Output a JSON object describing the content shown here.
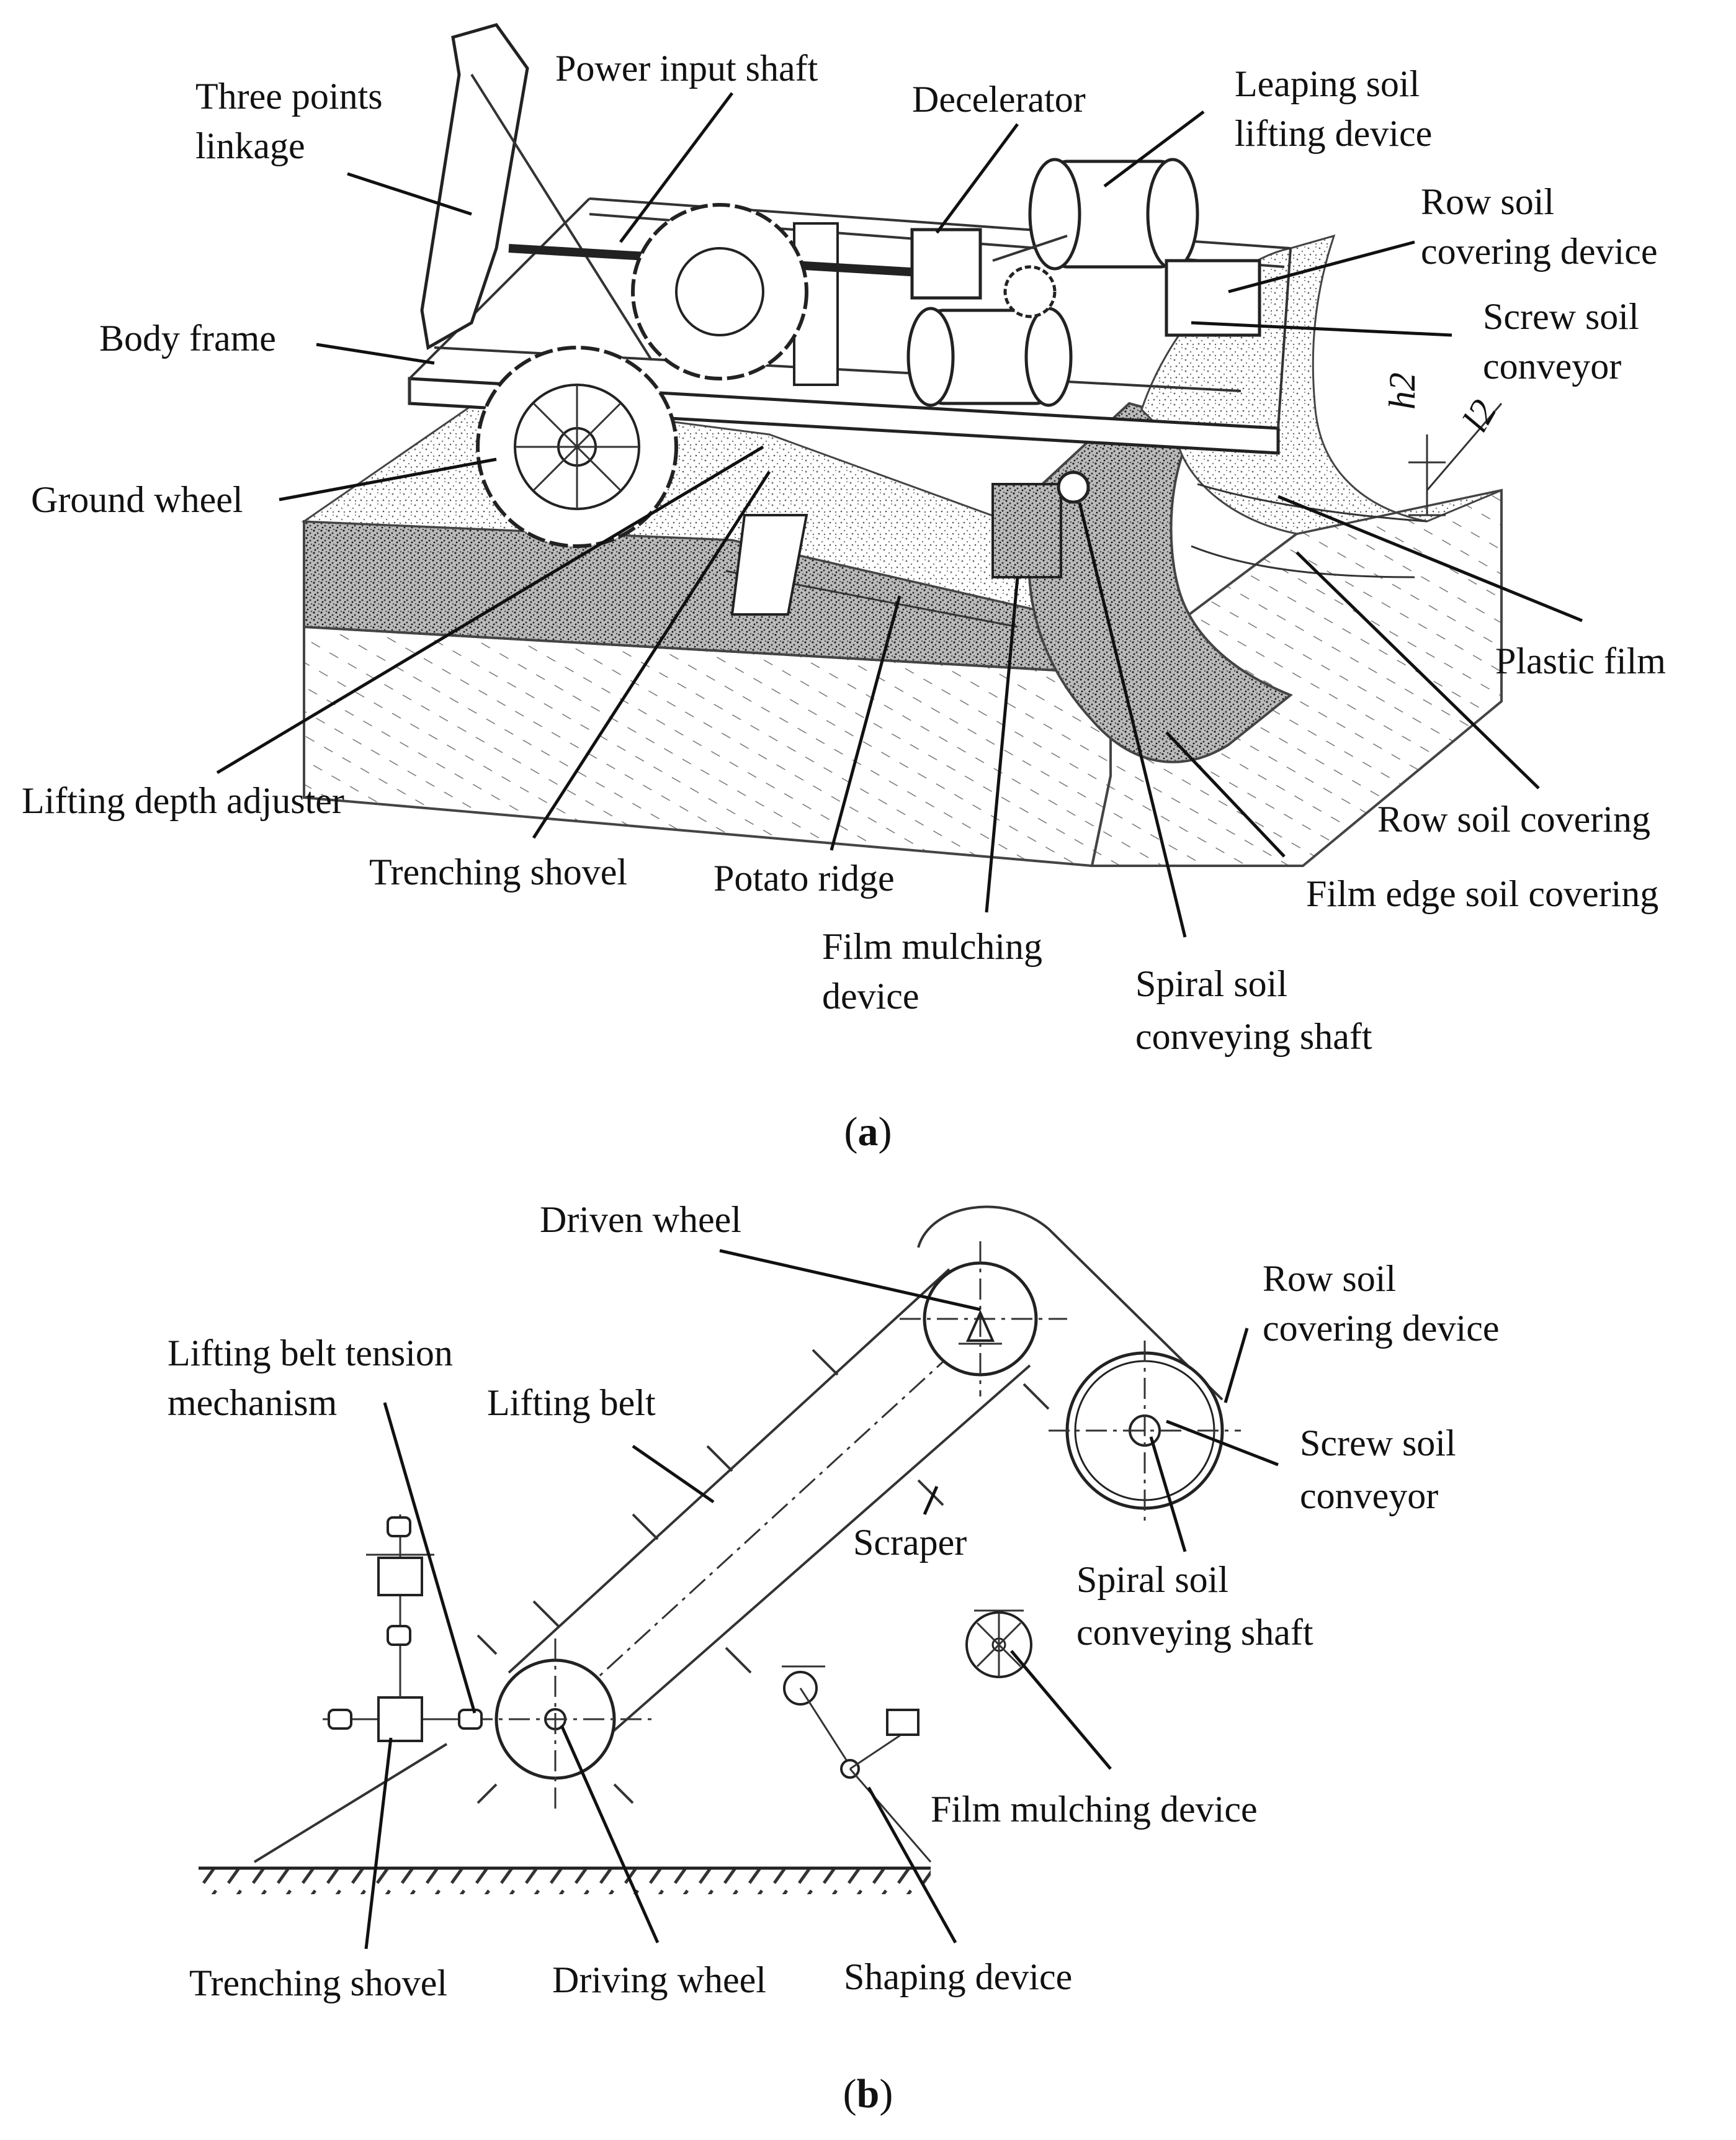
{
  "figure_a": {
    "caption_open": "(",
    "caption_letter": "a",
    "caption_close": ")",
    "symbols": {
      "h2": "h2",
      "l2": "l2"
    },
    "labels": {
      "three_points_linkage": [
        "Three points",
        "linkage"
      ],
      "power_input_shaft": [
        "Power input shaft"
      ],
      "decelerator": [
        "Decelerator"
      ],
      "leaping_soil_lifting_device": [
        "Leaping soil",
        "lifting device"
      ],
      "row_soil_covering_device": [
        "Row soil",
        "covering device"
      ],
      "screw_soil_conveyor": [
        "Screw soil",
        "conveyor"
      ],
      "body_frame": [
        "Body frame"
      ],
      "ground_wheel": [
        "Ground wheel"
      ],
      "plastic_film": [
        "Plastic film"
      ],
      "row_soil_covering": [
        "Row soil covering"
      ],
      "film_edge_soil_covering": [
        "Film edge soil covering"
      ],
      "lifting_depth_adjuster": [
        "Lifting depth adjuster"
      ],
      "trenching_shovel": [
        "Trenching shovel"
      ],
      "potato_ridge": [
        "Potato ridge"
      ],
      "film_mulching_device": [
        "Film mulching",
        "device"
      ],
      "spiral_soil_conveying_shaft": [
        "Spiral soil",
        "conveying shaft"
      ]
    }
  },
  "figure_b": {
    "caption_open": "(",
    "caption_letter": "b",
    "caption_close": ")",
    "labels": {
      "driven_wheel": [
        "Driven wheel"
      ],
      "row_soil_covering_device": [
        "Row soil",
        "covering device"
      ],
      "lifting_belt_tension_mechanism": [
        "Lifting belt tension",
        "mechanism"
      ],
      "lifting_belt": [
        "Lifting belt"
      ],
      "screw_soil_conveyor": [
        "Screw soil",
        "conveyor"
      ],
      "scraper": [
        "Scraper"
      ],
      "spiral_soil_conveying_shaft": [
        "Spiral soil",
        "conveying shaft"
      ],
      "film_mulching_device": [
        "Film mulching device"
      ],
      "trenching_shovel": [
        "Trenching shovel"
      ],
      "driving_wheel": [
        "Driving wheel"
      ],
      "shaping_device": [
        "Shaping device"
      ]
    }
  }
}
